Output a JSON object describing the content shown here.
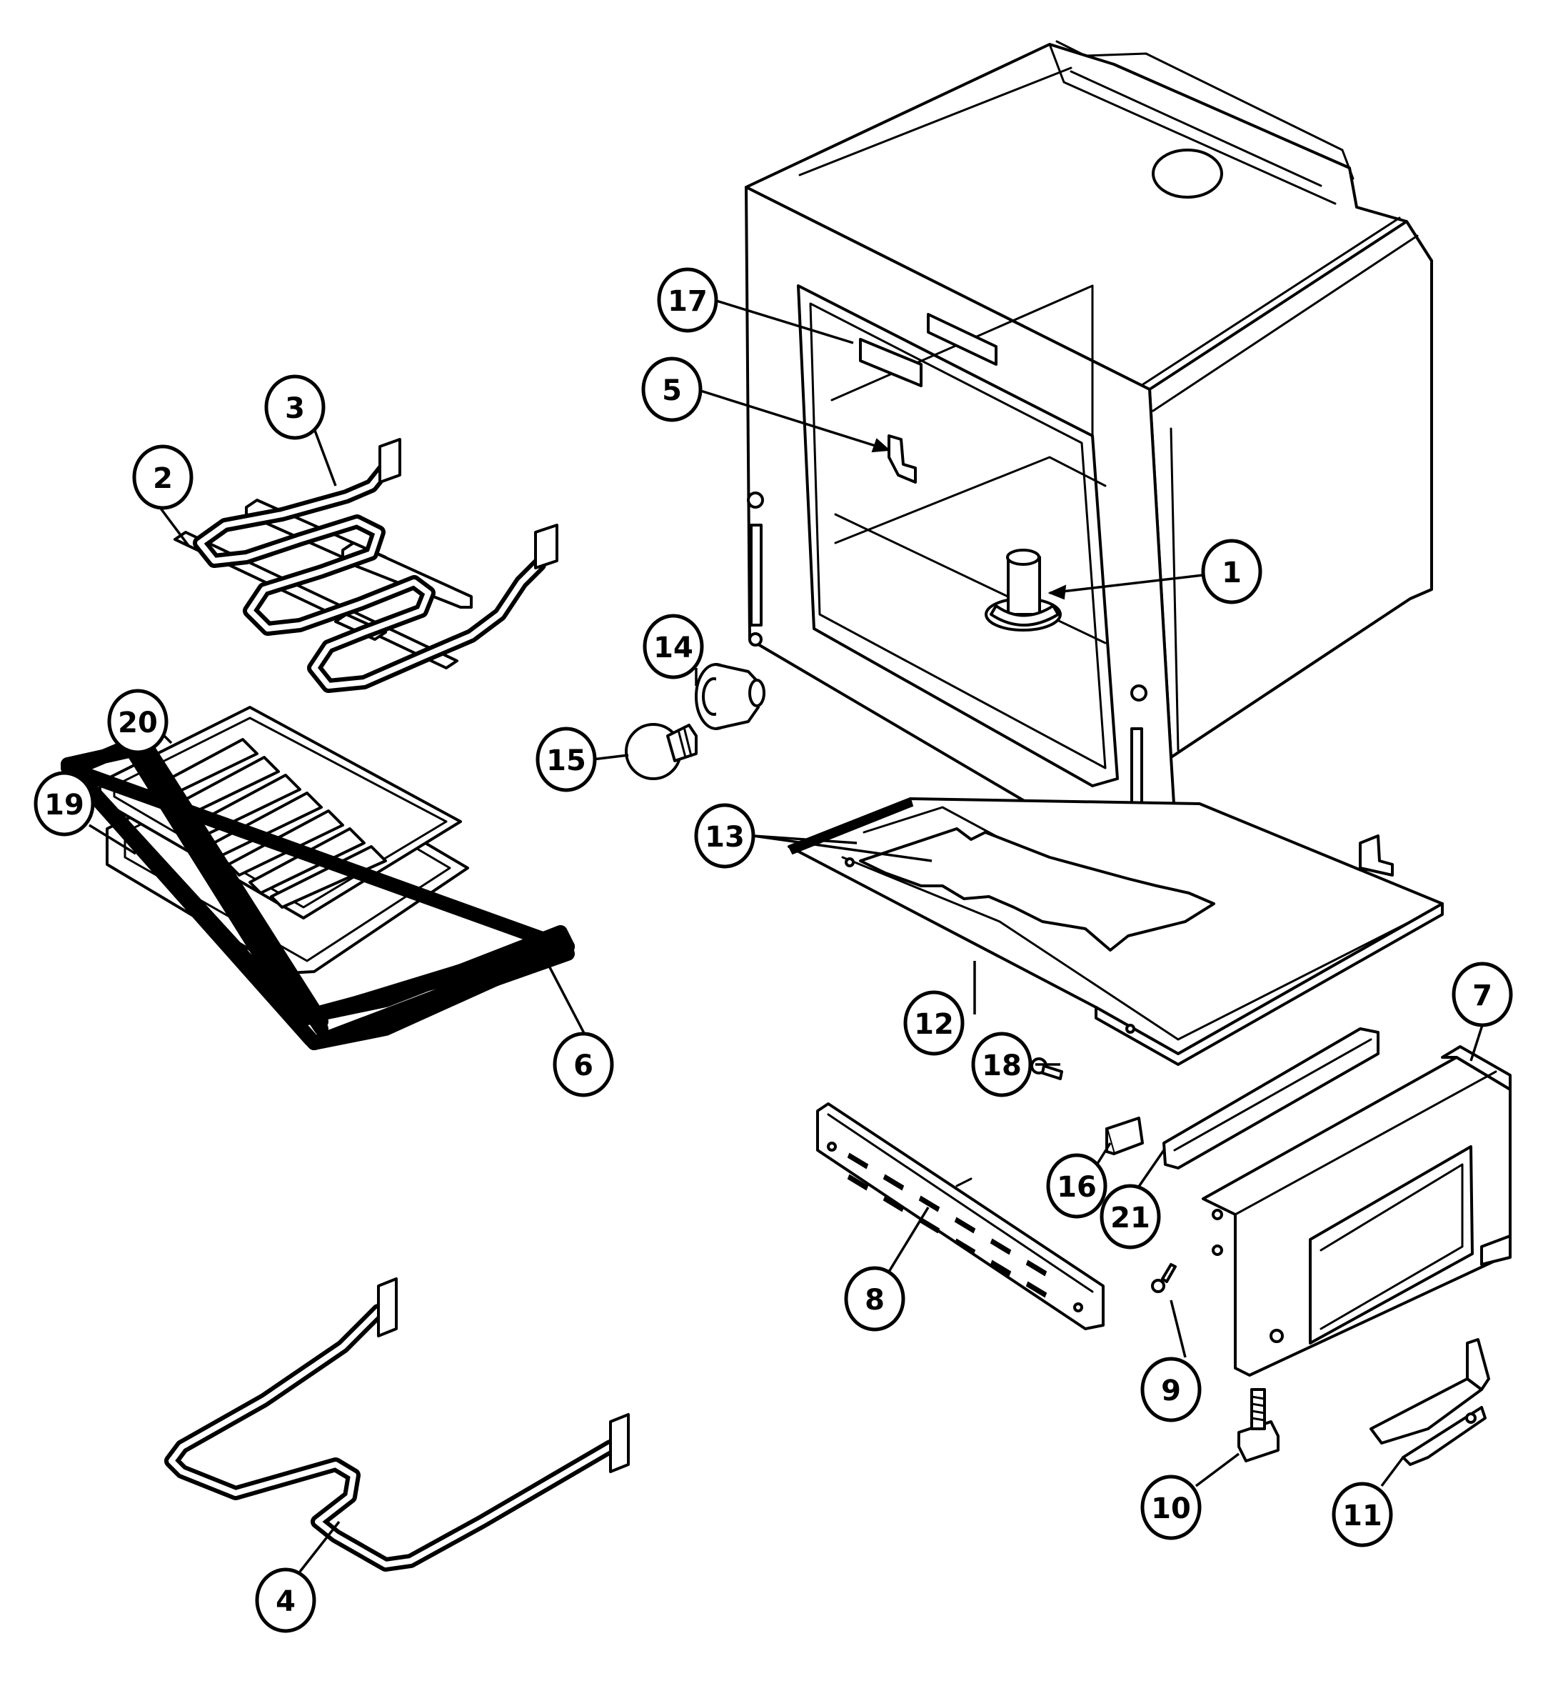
{
  "diagram": {
    "line_color": "#000000",
    "background": "#ffffff",
    "callouts": [
      {
        "part": "oven-cavity-vent",
        "label": "1"
      },
      {
        "part": "broil-element-bracket",
        "label": "2"
      },
      {
        "part": "broil-element",
        "label": "3"
      },
      {
        "part": "bake-element",
        "label": "4"
      },
      {
        "part": "rack-clip",
        "label": "5"
      },
      {
        "part": "oven-rack",
        "label": "6"
      },
      {
        "part": "storage-drawer-support",
        "label": "7"
      },
      {
        "part": "front-support-rail",
        "label": "8"
      },
      {
        "part": "screw",
        "label": "9"
      },
      {
        "part": "leveling-leg",
        "label": "10"
      },
      {
        "part": "anti-tip-bracket",
        "label": "11"
      },
      {
        "part": "oven-bottom-panel",
        "label": "12"
      },
      {
        "part": "insulation",
        "label": "13"
      },
      {
        "part": "lamp-socket",
        "label": "14"
      },
      {
        "part": "light-bulb",
        "label": "15"
      },
      {
        "part": "clip-bracket",
        "label": "16"
      },
      {
        "part": "vent-plate",
        "label": "17"
      },
      {
        "part": "fastener-screw",
        "label": "18"
      },
      {
        "part": "broiler-pan",
        "label": "19"
      },
      {
        "part": "broiler-pan-insert",
        "label": "20"
      },
      {
        "part": "drawer-rail",
        "label": "21"
      }
    ]
  }
}
